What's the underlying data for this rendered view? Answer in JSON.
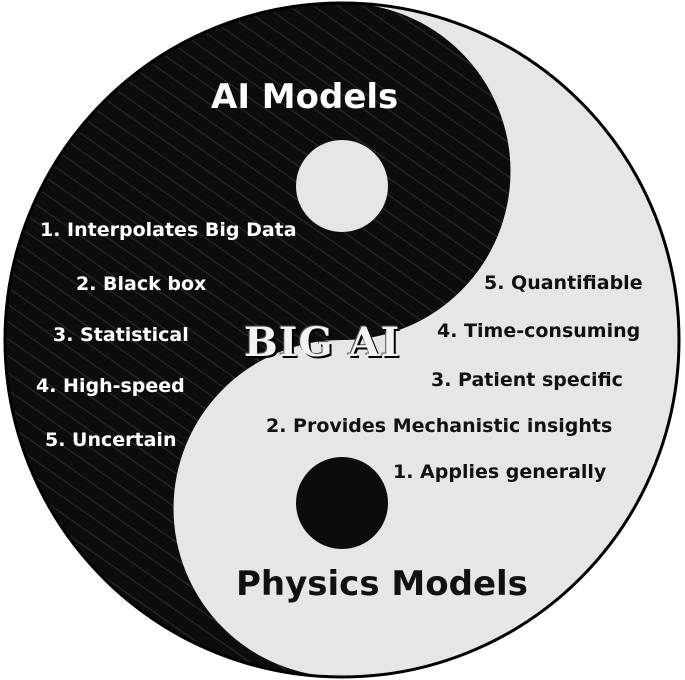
{
  "colors": {
    "dark": "#0c0c0c",
    "light": "#e6e6e6",
    "outline": "#000000"
  },
  "center_title": "BIG AI",
  "ai_models": {
    "heading": "AI Models",
    "items": [
      "1. Interpolates Big Data",
      "2. Black box",
      "3. Statistical",
      "4. High-speed",
      "5. Uncertain"
    ]
  },
  "physics_models": {
    "heading": "Physics Models",
    "items": [
      "5. Quantifiable",
      "4. Time-consuming",
      "3. Patient specific",
      "2. Provides Mechanistic insights",
      "1. Applies generally"
    ]
  }
}
